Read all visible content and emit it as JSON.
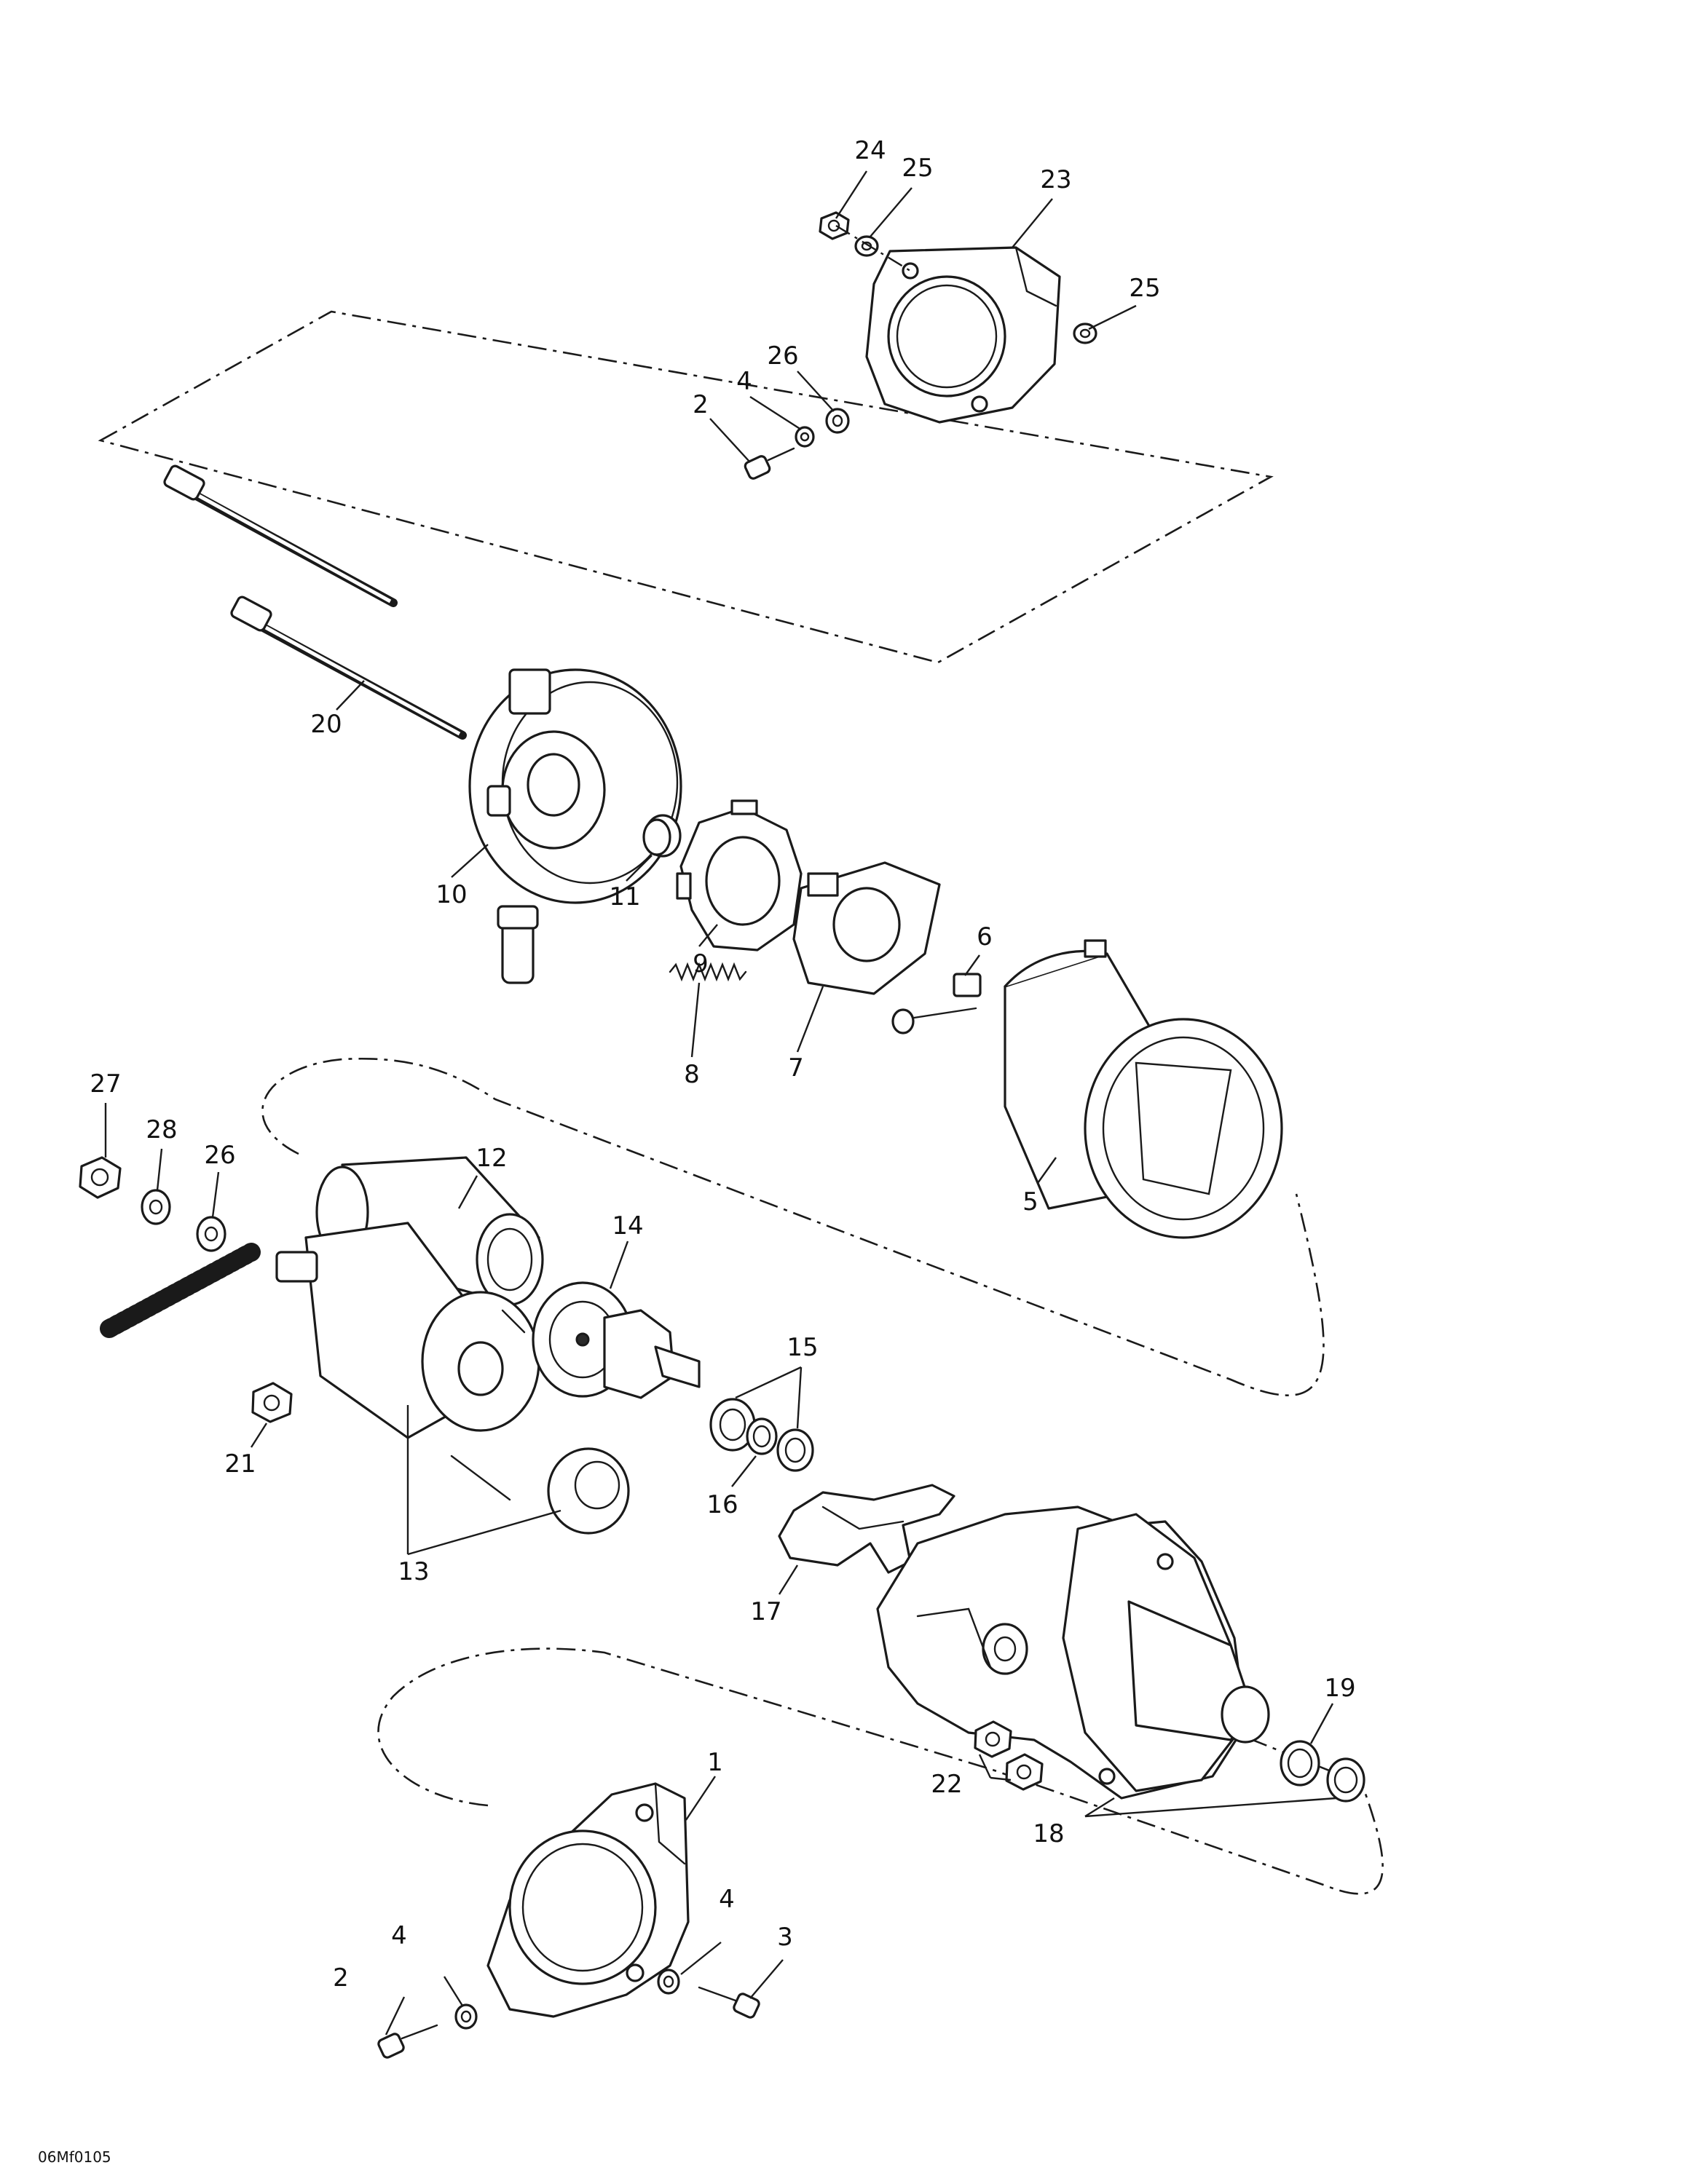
{
  "diagram": {
    "figure_code": "06Mf0105",
    "callouts": {
      "c1": "1",
      "c2a": "2",
      "c2b": "2",
      "c3": "3",
      "c4a": "4",
      "c4b": "4",
      "c4c": "4",
      "c5": "5",
      "c6": "6",
      "c7": "7",
      "c8": "8",
      "c9": "9",
      "c10": "10",
      "c11": "11",
      "c12": "12",
      "c13": "13",
      "c14": "14",
      "c15": "15",
      "c16": "16",
      "c17": "17",
      "c18": "18",
      "c19": "19",
      "c20": "20",
      "c21": "21",
      "c22": "22",
      "c23": "23",
      "c24": "24",
      "c25a": "25",
      "c25b": "25",
      "c26a": "26",
      "c26b": "26",
      "c27": "27",
      "c28": "28"
    }
  }
}
